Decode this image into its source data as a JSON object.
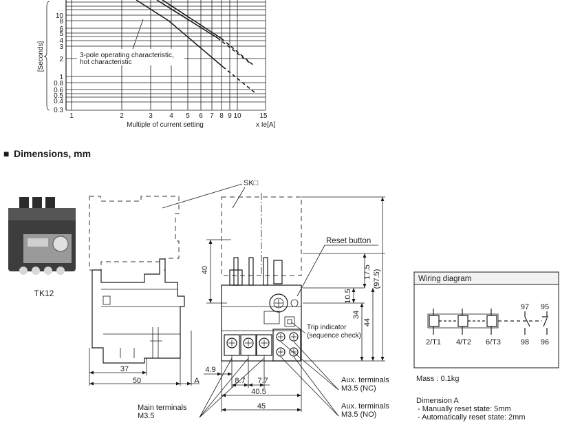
{
  "curve_chart": {
    "y_ticks": [
      "10",
      "8",
      "6",
      "5",
      "4",
      "3",
      "2",
      "1",
      "0.8",
      "0.6",
      "0.5",
      "0.4",
      "0.3"
    ],
    "y_unit": "[Seconds]",
    "x_ticks": [
      "1",
      "2",
      "3",
      "4",
      "5",
      "6",
      "7",
      "8",
      "9",
      "10",
      "15"
    ],
    "x_unit": "x Ie[A]",
    "xlabel": "Multiple of current setting",
    "annotation_1": "3-pole operating characteristic,",
    "annotation_2": "hot characteristic"
  },
  "section": {
    "bullet": "■",
    "title": "Dimensions, mm"
  },
  "product": {
    "model": "TK12"
  },
  "dims": {
    "sk": "SK□",
    "reset": "Reset button",
    "trip_1": "Trip indicator",
    "trip_2": "(sequence check)",
    "d40": "40",
    "d17_5": "17.5",
    "d97_5": "(97.5)",
    "d10_5": "10.5",
    "d34": "34",
    "d44": "44",
    "d37": "37",
    "d50": "50",
    "dA": "A",
    "d4_9": "4.9",
    "d8_7": "8.7",
    "d7_7": "7.7",
    "d40_5": "40.5",
    "d45": "45",
    "main_terms_1": "Main terminals",
    "main_terms_2": "M3.5",
    "aux_nc_1": "Aux. terminals",
    "aux_nc_2": "M3.5 (NC)",
    "aux_no_1": "Aux. terminals",
    "aux_no_2": "M3.5 (NO)"
  },
  "wiring": {
    "title": "Wiring diagram",
    "t1": "2/T1",
    "t2": "4/T2",
    "t3": "6/T3",
    "n97": "97",
    "n95": "95",
    "n98": "98",
    "n96": "96"
  },
  "notes": {
    "mass": "Mass : 0.1kg",
    "dimA": "Dimension A",
    "manual": "- Manually reset state: 5mm",
    "auto": "- Automatically reset state: 2mm"
  }
}
